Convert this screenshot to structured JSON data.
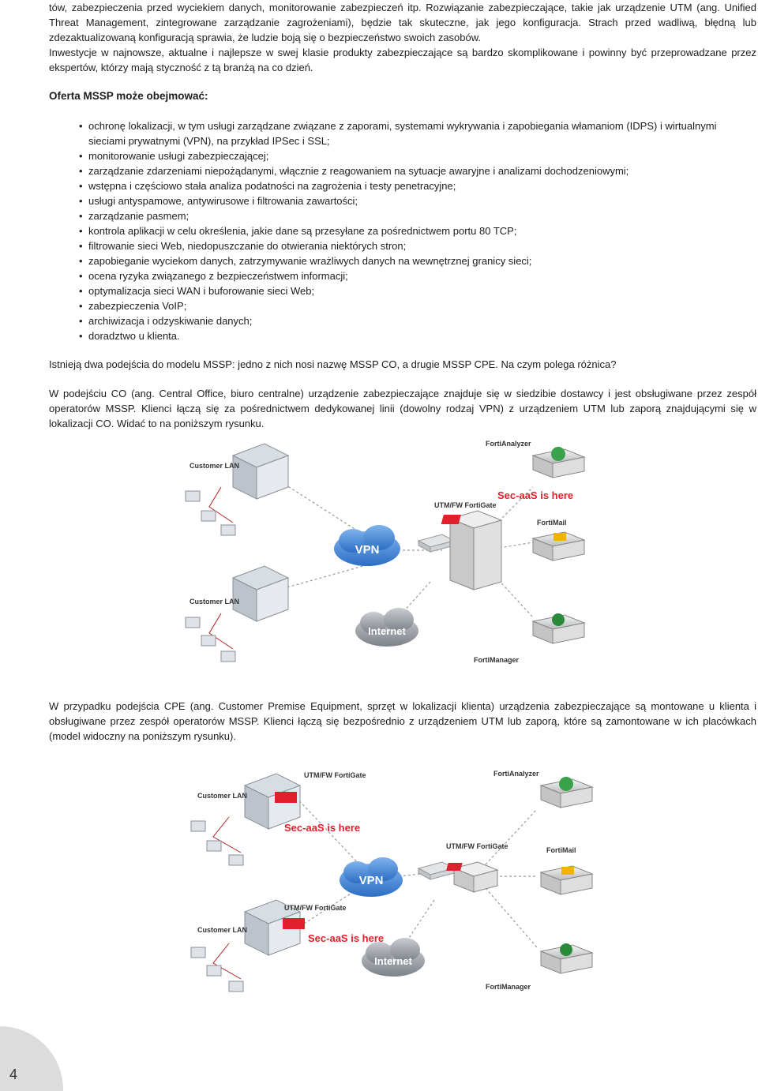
{
  "paragraphs": {
    "intro": "tów, zabezpieczenia przed wyciekiem danych, monitorowanie zabezpieczeń itp. Rozwiązanie zabezpieczające, takie jak urządzenie UTM (ang. Unified Threat Management, zintegrowane zarządzanie zagrożeniami), będzie tak skuteczne, jak jego konfiguracja. Strach przed wadliwą, błędną lub zdezaktualizowaną konfiguracją sprawia, że ludzie boją się o bezpieczeństwo swoich zasobów.",
    "investments": "Inwestycje w najnowsze, aktualne i najlepsze w swej klasie produkty zabezpieczające są bardzo skomplikowane i powinny być przeprowadzane przez ekspertów, którzy mają styczność z tą branżą na co dzień.",
    "two_approaches": "Istnieją dwa podejścia do modelu MSSP: jedno z nich nosi nazwę MSSP CO, a drugie MSSP CPE. Na czym polega różnica?",
    "co_approach": "W podejściu CO (ang. Central Office, biuro centralne) urządzenie zabezpieczające znajduje się w siedzibie dostawcy i jest obsługiwane przez zespół operatorów MSSP. Klienci łączą się za pośrednictwem dedykowanej linii (dowolny rodzaj VPN) z urządzeniem UTM lub zaporą znajdującymi się w lokalizacji CO. Widać to na poniższym rysunku.",
    "cpe_approach": "W przypadku podejścia CPE (ang. Customer Premise Equipment, sprzęt w lokalizacji klienta) urządzenia zabezpieczające są montowane u klienta i obsługiwane przez zespół operatorów MSSP. Klienci łączą się bezpośrednio z urządzeniem UTM lub zaporą, które są zamontowane w ich placówkach (model widoczny na poniższym rysunku)."
  },
  "offer": {
    "heading": "Oferta MSSP może obejmować:",
    "items": [
      "ochronę lokalizacji, w tym usługi zarządzane związane z zaporami, systemami wykrywania i zapobiegania włamaniom (IDPS) i wirtualnymi sieciami prywatnymi (VPN), na przykład IPSec i SSL;",
      "monitorowanie usługi zabezpieczającej;",
      "zarządzanie zdarzeniami niepożądanymi, włącznie z reagowaniem na sytuacje awaryjne i analizami dochodzeniowymi;",
      "wstępna i częściowo stała analiza podatności na zagrożenia i testy penetracyjne;",
      "usługi antyspamowe, antywirusowe i filtrowania zawartości;",
      "zarządzanie pasmem;",
      "kontrola aplikacji w celu określenia, jakie dane są przesyłane za pośrednictwem portu 80 TCP;",
      "filtrowanie sieci Web, niedopuszczanie do otwierania niektórych stron;",
      "zapobieganie wyciekom danych, zatrzymywanie wrażliwych danych na wewnętrznej granicy sieci;",
      "ocena ryzyka związanego z bezpieczeństwem informacji;",
      "optymalizacja sieci WAN i buforowanie sieci Web;",
      "zabezpieczenia VoIP;",
      "archiwizacja i odzyskiwanie danych;",
      "doradztwo u klienta."
    ]
  },
  "figure_co": {
    "customer_lan_1": "Customer LAN",
    "customer_lan_2": "Customer LAN",
    "vpn": "VPN",
    "internet": "Internet",
    "utm_label": "UTM/FW FortiGate",
    "sec_aas": "Sec-aaS is here",
    "forti_analyzer": "FortiAnalyzer",
    "forti_mail": "FortiMail",
    "forti_manager": "FortiManager"
  },
  "figure_cpe": {
    "customer_lan_1": "Customer LAN",
    "customer_lan_2": "Customer LAN",
    "utm_label_1": "UTM/FW FortiGate",
    "utm_label_2": "UTM/FW FortiGate",
    "utm_label_center": "UTM/FW FortiGate",
    "sec_aas_1": "Sec-aaS is here",
    "sec_aas_2": "Sec-aaS is here",
    "vpn": "VPN",
    "internet": "Internet",
    "forti_analyzer": "FortiAnalyzer",
    "forti_mail": "FortiMail",
    "forti_manager": "FortiManager"
  },
  "page_number": "4",
  "colors": {
    "cloud": "#3a7fd0",
    "internet_cloud": "#8a8f96",
    "sec_aas_red": "#e0202a",
    "lan_line": "#b01e1e"
  }
}
